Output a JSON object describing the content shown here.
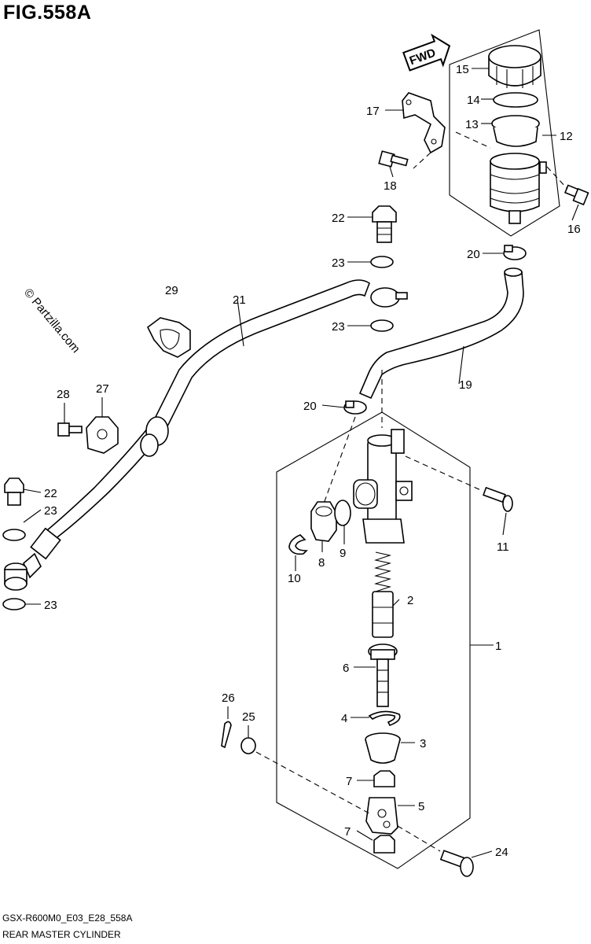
{
  "figure": {
    "title": "FIG.558A",
    "code": "GSX-R600M0_E03_E28_558A",
    "name": "REAR MASTER CYLINDER",
    "watermark": "© Partzilla.com",
    "fwd_label": "FWD"
  },
  "callouts": [
    {
      "id": "c1",
      "label": "1"
    },
    {
      "id": "c2",
      "label": "2"
    },
    {
      "id": "c3",
      "label": "3"
    },
    {
      "id": "c4",
      "label": "4"
    },
    {
      "id": "c5",
      "label": "5"
    },
    {
      "id": "c6",
      "label": "6"
    },
    {
      "id": "c7a",
      "label": "7"
    },
    {
      "id": "c7b",
      "label": "7"
    },
    {
      "id": "c8",
      "label": "8"
    },
    {
      "id": "c9",
      "label": "9"
    },
    {
      "id": "c10",
      "label": "10"
    },
    {
      "id": "c11",
      "label": "11"
    },
    {
      "id": "c12",
      "label": "12"
    },
    {
      "id": "c13",
      "label": "13"
    },
    {
      "id": "c14",
      "label": "14"
    },
    {
      "id": "c15",
      "label": "15"
    },
    {
      "id": "c16",
      "label": "16"
    },
    {
      "id": "c17",
      "label": "17"
    },
    {
      "id": "c18",
      "label": "18"
    },
    {
      "id": "c19",
      "label": "19"
    },
    {
      "id": "c20a",
      "label": "20"
    },
    {
      "id": "c20b",
      "label": "20"
    },
    {
      "id": "c21",
      "label": "21"
    },
    {
      "id": "c22a",
      "label": "22"
    },
    {
      "id": "c22b",
      "label": "22"
    },
    {
      "id": "c23a",
      "label": "23"
    },
    {
      "id": "c23b",
      "label": "23"
    },
    {
      "id": "c23c",
      "label": "23"
    },
    {
      "id": "c23d",
      "label": "23"
    },
    {
      "id": "c24",
      "label": "24"
    },
    {
      "id": "c25",
      "label": "25"
    },
    {
      "id": "c26",
      "label": "26"
    },
    {
      "id": "c27",
      "label": "27"
    },
    {
      "id": "c28",
      "label": "28"
    },
    {
      "id": "c29",
      "label": "29"
    }
  ]
}
